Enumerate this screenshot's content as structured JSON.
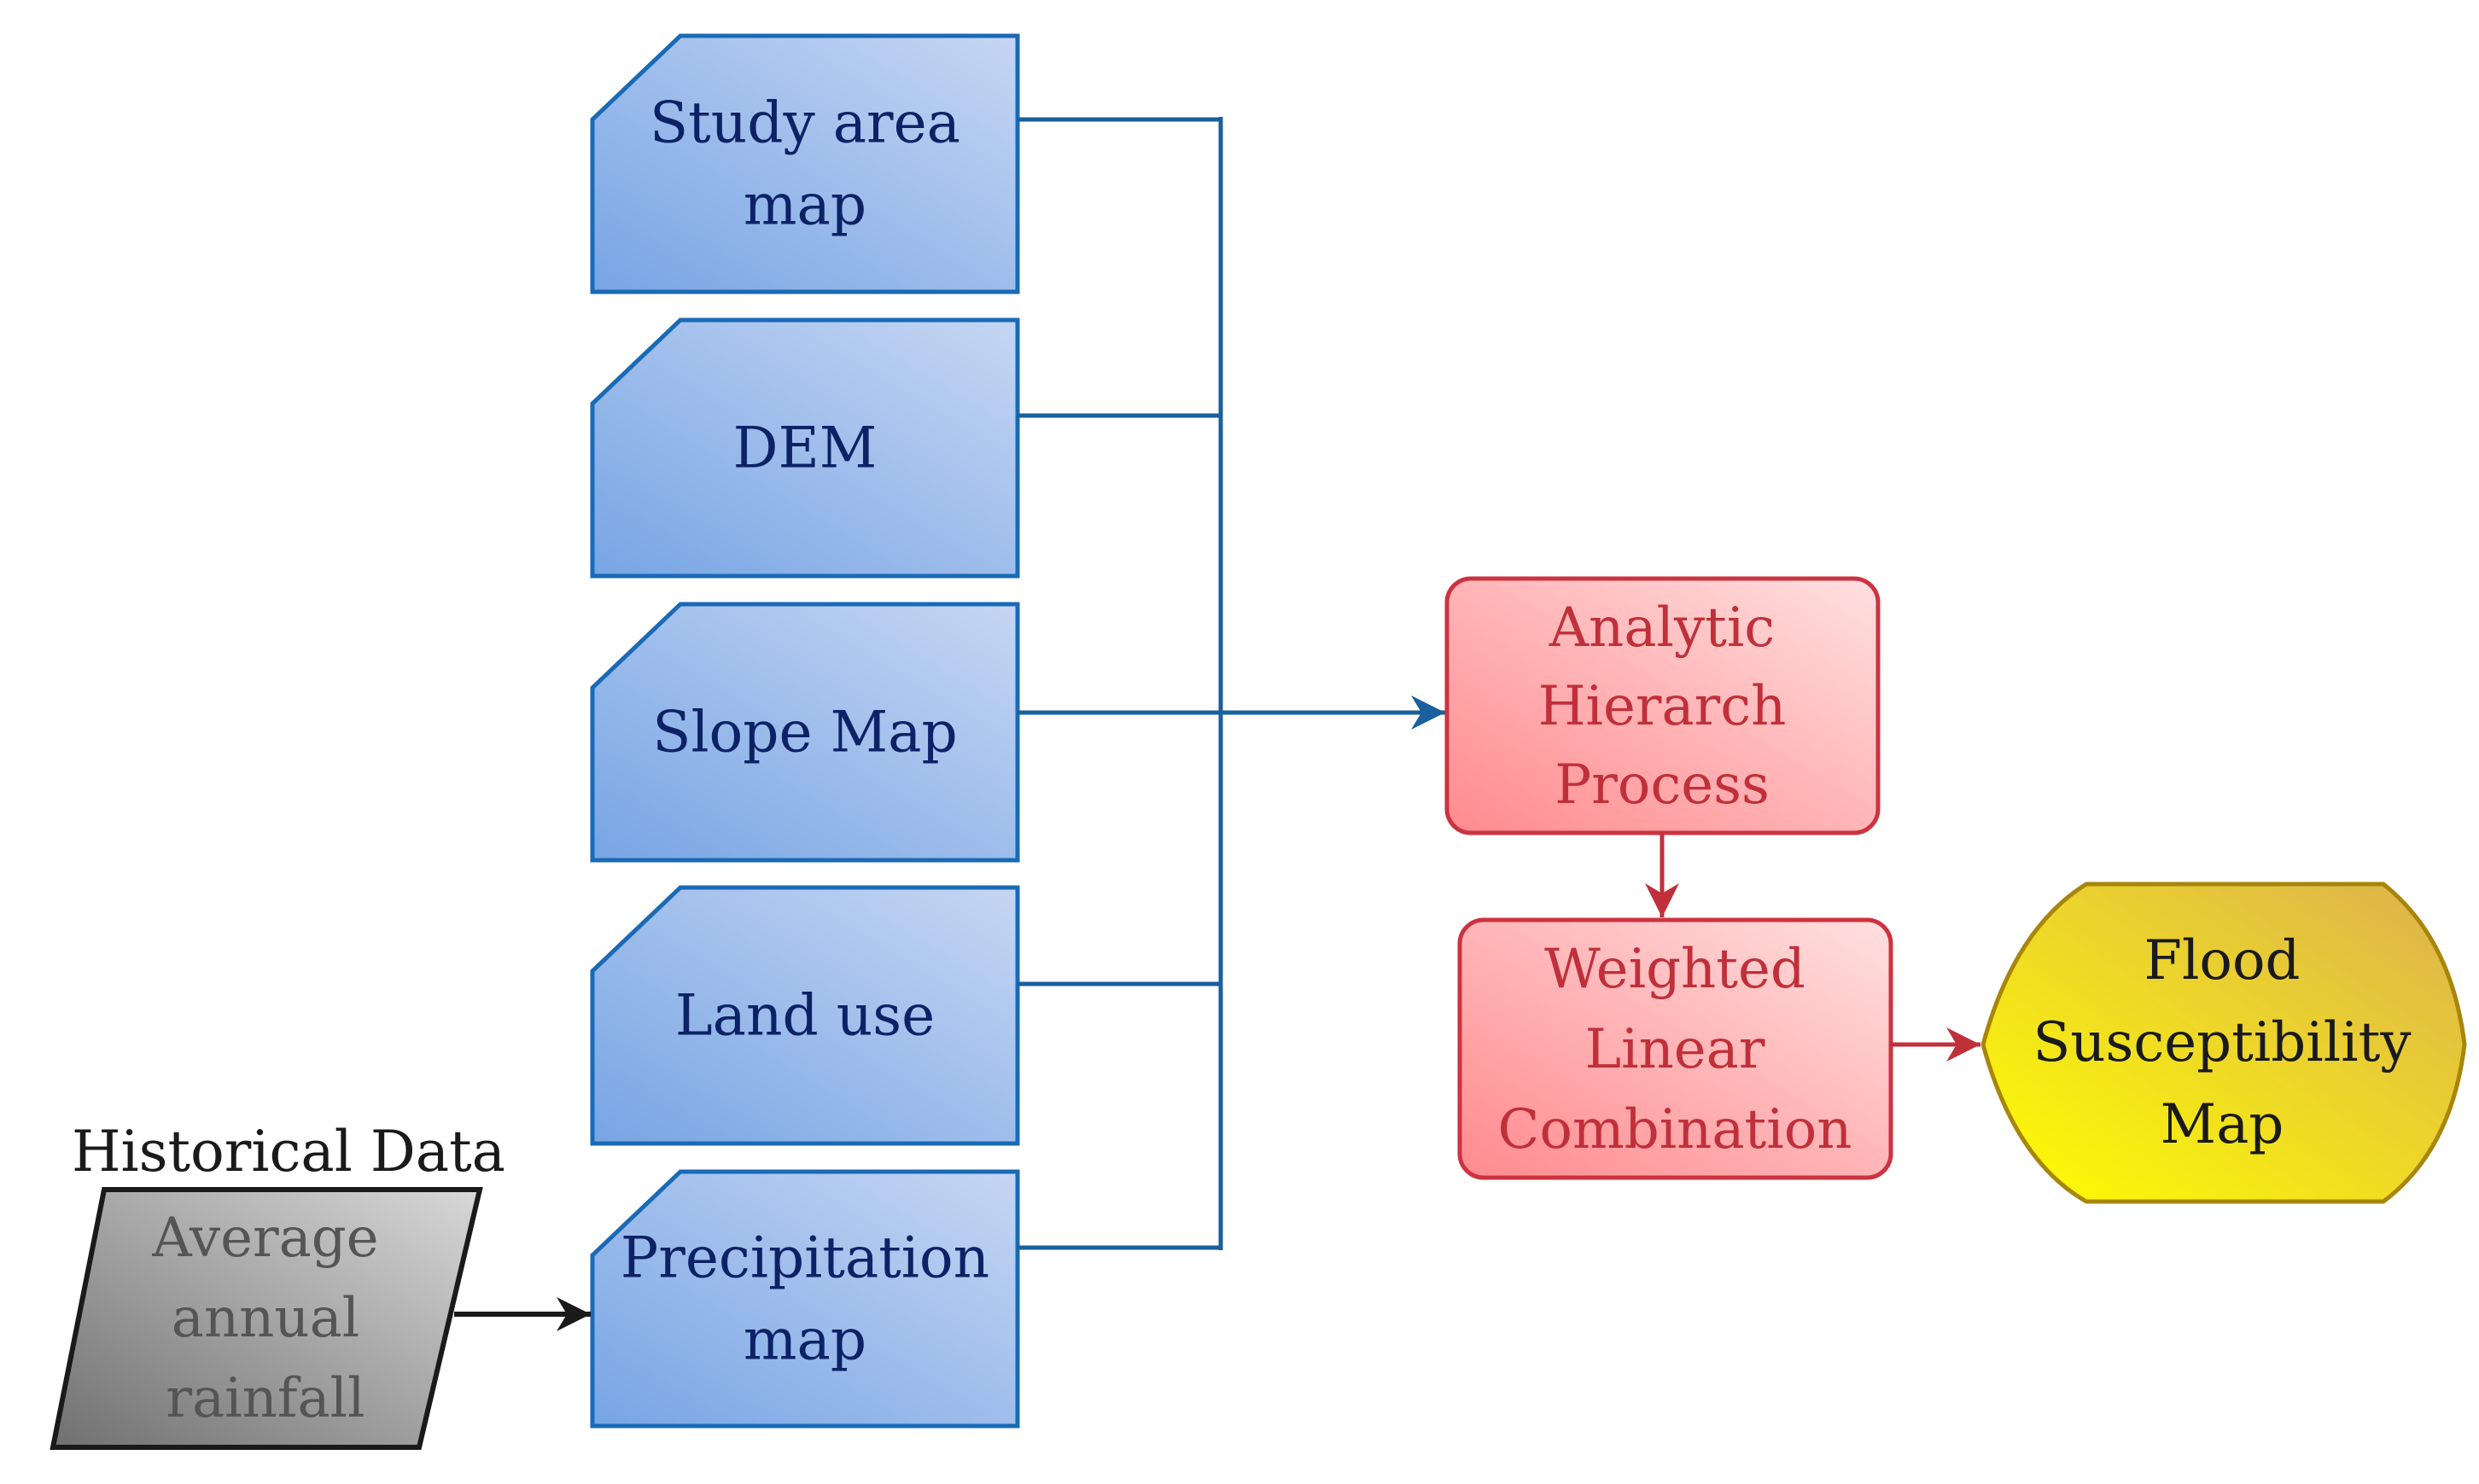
{
  "inputs": [
    {
      "id": "study-area-map",
      "lines": [
        "Study area",
        "map"
      ]
    },
    {
      "id": "dem",
      "lines": [
        "DEM"
      ]
    },
    {
      "id": "slope-map",
      "lines": [
        "Slope Map"
      ]
    },
    {
      "id": "land-use",
      "lines": [
        "Land use"
      ]
    },
    {
      "id": "precipitation-map",
      "lines": [
        "Precipitation",
        "map"
      ]
    }
  ],
  "historical": {
    "caption": "Historical Data",
    "lines": [
      "Average",
      "annual",
      "rainfall"
    ]
  },
  "ahp": {
    "lines": [
      "Analytic",
      "Hierarch",
      "Process"
    ]
  },
  "wlc": {
    "lines": [
      "Weighted",
      "Linear",
      "Combination"
    ]
  },
  "output": {
    "lines": [
      "Flood",
      "Susceptibility",
      "Map"
    ]
  },
  "colors": {
    "input_stroke": "#1a6ab5",
    "input_text": "#0d2266",
    "connector_blue": "#1a5f9e",
    "process_stroke": "#cc3340",
    "process_text": "#c0303a",
    "process_arrow": "#c0303a",
    "output_stroke": "#a8860a",
    "output_text": "#1a1a1a",
    "historical_stroke": "#1a1a1a",
    "historical_text": "#555555",
    "arrow_dark": "#1a1a1a"
  }
}
